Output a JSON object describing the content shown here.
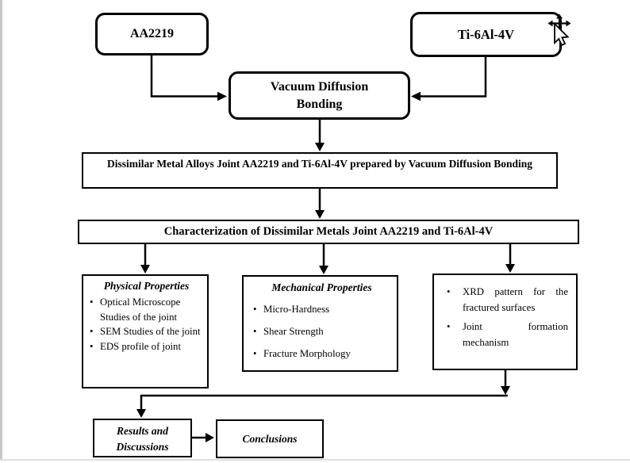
{
  "canvas": {
    "background": "#ffffff",
    "line_color": "#000000"
  },
  "nodes": {
    "aa2219": {
      "label": "AA2219"
    },
    "ti_6al_4v": {
      "label": "Ti-6Al-4V"
    },
    "vacuum_diffusion_bonding": {
      "label": "Vacuum Diffusion Bonding"
    },
    "dissimilar_joint": {
      "label": "Dissimilar Metal Alloys Joint AA2219 and  Ti-6Al-4V  prepared by Vacuum Diffusion Bonding"
    },
    "characterization": {
      "label": "Characterization of Dissimilar Metals Joint AA2219 and  Ti-6Al-4V"
    },
    "physical_properties": {
      "title": "Physical Properties",
      "items": [
        "Optical Microscope Studies of the joint",
        "SEM Studies of the joint",
        "EDS profile of joint"
      ]
    },
    "mechanical_properties": {
      "title": "Mechanical Properties",
      "items": [
        "Micro-Hardness",
        "Shear Strength",
        "Fracture Morphology"
      ]
    },
    "xrd_joint_analysis": {
      "items": [
        "XRD pattern for the fractured surfaces",
        "Joint formation mechanism"
      ]
    },
    "results_discussions": {
      "label": "Results and Discussions"
    },
    "conclusions": {
      "label": "Conclusions"
    }
  },
  "cursor": {
    "icon": "move-pointer-cursor"
  }
}
